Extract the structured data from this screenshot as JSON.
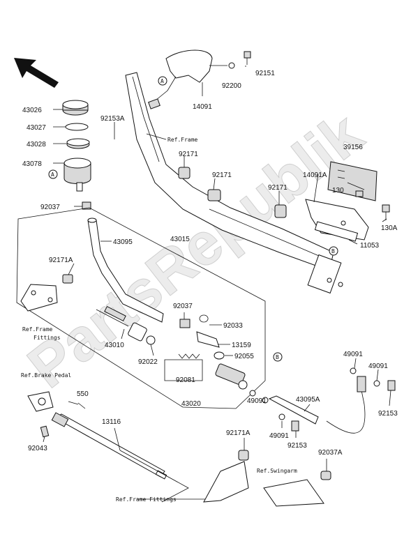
{
  "watermark": "PartsRepublik",
  "part_labels": {
    "p43026": "43026",
    "p43027": "43027",
    "p43028": "43028",
    "p43078": "43078",
    "p92153A": "92153A",
    "p92037_top": "92037",
    "p43095": "43095",
    "p43015": "43015",
    "p92171A_left": "92171A",
    "p43010": "43010",
    "p92022": "92022",
    "p92037_mid": "92037",
    "p92033": "92033",
    "p13159": "13159",
    "p92055": "92055",
    "p92081": "92081",
    "p43020": "43020",
    "p550": "550",
    "p92043": "92043",
    "p13116": "13116",
    "p92151": "92151",
    "p92200": "92200",
    "p14091": "14091",
    "p92171_a": "92171",
    "p92171_b": "92171",
    "p92171_c": "92171",
    "p39156": "39156",
    "p14091A": "14091A",
    "p130": "130",
    "p130A": "130A",
    "p11053": "11053",
    "p49091_a": "49091",
    "p49091_b": "49091",
    "p49091_c": "49091",
    "p49091_d": "49091",
    "p43095A": "43095A",
    "p92153_a": "92153",
    "p92153_b": "92153",
    "p92171A_bottom": "92171A",
    "p92037A": "92037A"
  },
  "references": {
    "ref_frame": "Ref.Frame",
    "ref_frame_fittings_left_1": "Ref.Frame",
    "ref_frame_fittings_left_2": "Fittings",
    "ref_brake_pedal": "Ref.Brake Pedal",
    "ref_swingarm": "Ref.Swingarm",
    "ref_frame_fittings_bottom": "Ref.Frame Fittings"
  },
  "callouts": {
    "a_top": "A",
    "a_left": "A",
    "b_right": "B",
    "b_mid": "B"
  }
}
